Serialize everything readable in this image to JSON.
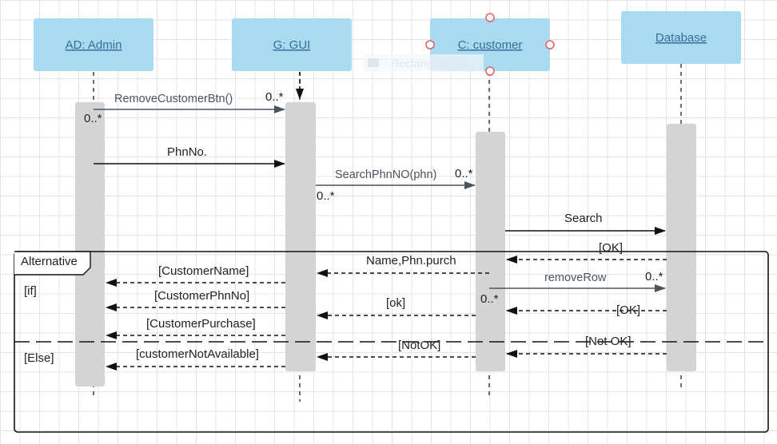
{
  "participants": [
    {
      "id": "admin",
      "name": "AD:  Admin"
    },
    {
      "id": "gui",
      "name": "G: GUI"
    },
    {
      "id": "customer",
      "name": "C: customer"
    },
    {
      "id": "database",
      "name": "Database"
    }
  ],
  "ghost_label": "Rectangular Sn...",
  "messages": {
    "remove_btn": "RemoveCustomerBtn()",
    "remove_btn_mult_target": "0..*",
    "remove_btn_mult_source": "0..*",
    "phn_no": "PhnNo.",
    "search_phn": "SearchPhnNO(phn)",
    "search_phn_mult_target": "0..*",
    "search_phn_mult_source": "0..*",
    "search": "Search",
    "ok_db": "[OK]",
    "name_phn_purch": "Name,Phn.purch",
    "customer_name": "[CustomerName]",
    "remove_row": "removeRow",
    "remove_row_mult_target": "0..*",
    "remove_row_mult_source": "0..*",
    "customer_phn_no": "[CustomerPhnNo]",
    "ok_lower": "[ok]",
    "ok_db2": "[OK]",
    "customer_purchase": "[CustomerPurchase]",
    "not_ok_db": "[Not  OK]",
    "not_ok": "[NotOK]",
    "customer_not_available": "[customerNotAvailable]"
  },
  "fragment": {
    "operator": "Alternative",
    "guard_if": "[if]",
    "guard_else": "[Else]"
  },
  "colors": {
    "header_fill": "#a8daf0",
    "activation_fill": "#d4d4d4",
    "arrow_dark": "#111111",
    "arrow_gray": "#4a5560",
    "handle": "#e06060"
  }
}
